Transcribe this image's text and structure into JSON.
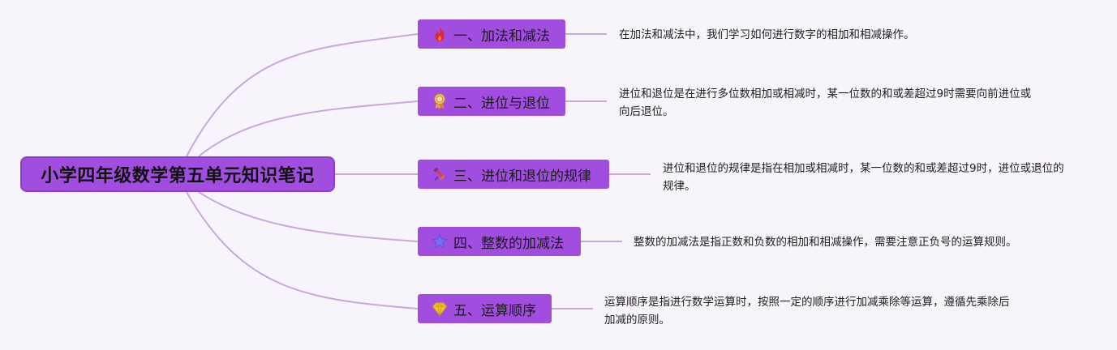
{
  "root": {
    "title": "小学四年级数学第五单元知识笔记"
  },
  "branches": [
    {
      "label": "一、加法和减法",
      "icon": "flame-icon",
      "description": "在加法和减法中，我们学习如何进行数字的相加和相减操作。"
    },
    {
      "label": "二、进位与退位",
      "icon": "award-medal-icon",
      "description": "进位和退位是在进行多位数相加或相减时，某一位数的和或差超过9时需要向前进位或向后退位。"
    },
    {
      "label": "三、进位和退位的规律",
      "icon": "tools-icon",
      "description": "进位和退位的规律是指在相加或相减时，某一位数的和或差超过9时，进位或退位的规律。"
    },
    {
      "label": "四、整数的加减法",
      "icon": "star-icon",
      "description": "整数的加减法是指正数和负数的相加和相减操作，需要注意正负号的运算规则。"
    },
    {
      "label": "五、运算顺序",
      "icon": "diamond-icon",
      "description": "运算顺序是指进行数学运算时，按照一定的顺序进行加减乘除等运算，遵循先乘除后加减的原则。"
    }
  ],
  "colors": {
    "node": "#a14ee0",
    "line": "#c9a8de",
    "background": "#f8f4fb"
  }
}
